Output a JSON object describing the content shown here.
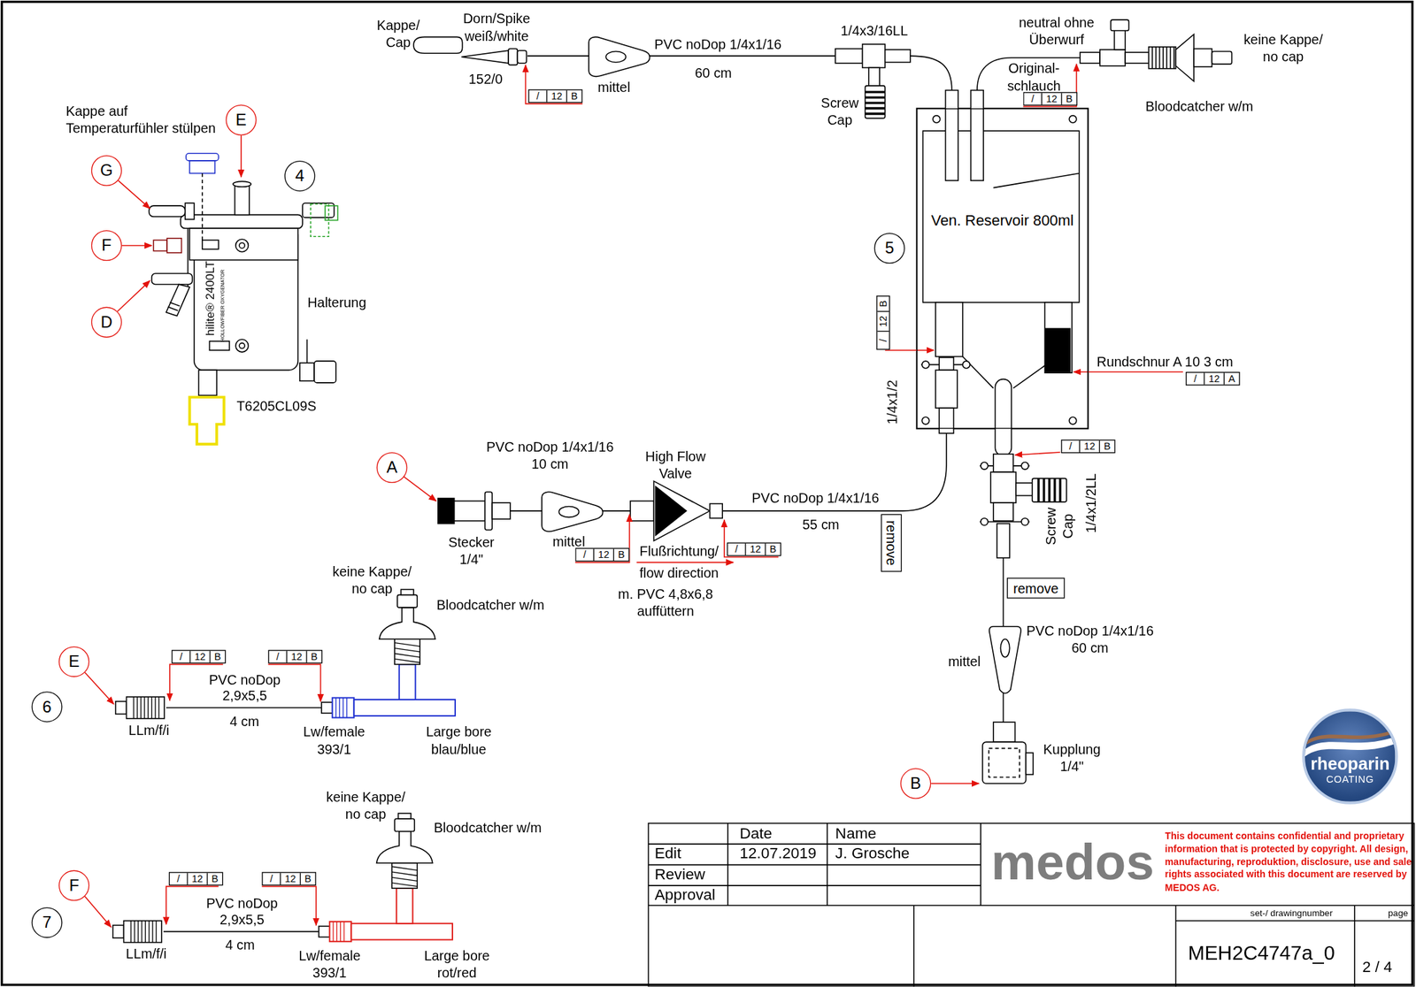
{
  "diagram": {
    "nodes": [
      {
        "text": [
          "E"
        ]
      },
      {
        "text": [
          "G"
        ]
      },
      {
        "text": [
          "4"
        ]
      },
      {
        "text": [
          "Ven. Reservoir 800ml"
        ]
      },
      {
        "text": [
          "F"
        ]
      },
      {
        "text": [
          "5"
        ]
      },
      {
        "text": [
          "D"
        ]
      },
      {
        "text": [
          "A"
        ]
      },
      {
        "text": [
          "remove"
        ]
      },
      {
        "text": [
          "remove"
        ]
      },
      {
        "text": [
          "E"
        ]
      },
      {
        "text": [
          "6"
        ]
      },
      {
        "text": [
          "rheoparin",
          "COATING"
        ]
      },
      {
        "text": [
          "B"
        ]
      },
      {
        "text": [
          "F"
        ]
      },
      {
        "text": [
          "7"
        ]
      }
    ],
    "labels": [
      "Kappe/ Cap",
      "Dorn/Spike weiß/white",
      "152/0",
      "mittel",
      "PVC noDop 1/4x1/16",
      "60 cm",
      "/",
      "12",
      "B",
      "1/4x3/16LL",
      "Screw Cap",
      "neutral ohne Überwurf",
      "Original- schlauch",
      "/",
      "12",
      "B",
      "keine Kappe/ no cap",
      "Bloodcatcher w/m",
      "Kappe auf Temperaturfühler stülpen",
      "Halterung",
      "hilite® 2400LT",
      "HOLLOWFIBER OXYGENATOR",
      "T6205CL09S",
      "/",
      "12",
      "B",
      "Rundschnur A 10 3 cm",
      "/",
      "12",
      "A",
      "1/4x1/2",
      "/",
      "12",
      "B",
      "Screw Cap",
      "1/4x1/2LL",
      "PVC noDop 1/4x1/16 60 cm",
      "mittel",
      "Kupplung 1/4\"",
      "PVC noDop 1/4x1/16 10 cm",
      "High Flow Valve",
      "Stecker 1/4\"",
      "mittel",
      "/",
      "12",
      "B",
      "Flußrichtung/ flow direction",
      "/",
      "12",
      "B",
      "PVC noDop 1/4x1/16",
      "55 cm",
      "m. PVC 4,8x6,8 auffüttern",
      "keine Kappe/ no cap",
      "Bloodcatcher w/m",
      "/",
      "12",
      "B",
      "/",
      "12",
      "B",
      "PVC noDop 2,9x5,5",
      "4 cm",
      "LLm/f/i",
      "Lw/female 393/1",
      "Large bore blau/blue",
      "keine Kappe/ no cap",
      "Bloodcatcher w/m",
      "/",
      "12",
      "B",
      "/",
      "12",
      "B",
      "PVC noDop 2,9x5,5",
      "4 cm",
      "LLm/f/i",
      "Lw/female 393/1",
      "Large bore rot/red",
      "Date",
      "Name",
      "Edit",
      "12.07.2019",
      "J. Grosche",
      "Review",
      "Approval",
      "medos",
      "This document contains confidential and proprietary information that is protected by copyright. All design, manufacturing, reproduktion, disclosure, use and sale rights associated with this document are reserved by MEDOS AG.",
      "set-/ drawingnumber",
      "page",
      "MEH2C4747a_0",
      "2 / 4"
    ]
  }
}
